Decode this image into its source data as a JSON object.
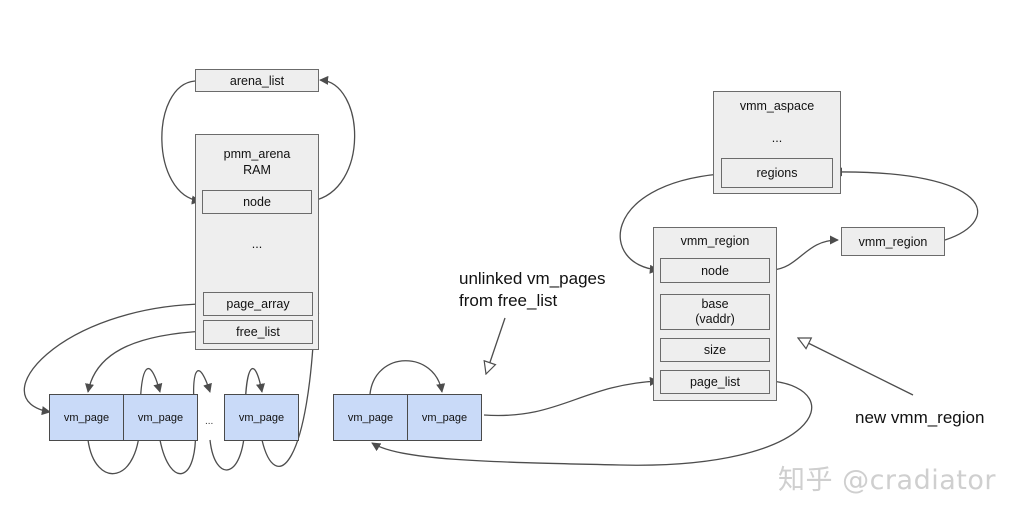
{
  "arena_list": "arena_list",
  "pmm_arena": {
    "title": "pmm_arena\nRAM",
    "node": "node",
    "ellipsis": "...",
    "page_array": "page_array",
    "free_list": "free_list"
  },
  "vm_page_label": "vm_page",
  "vm_page_gap": "...",
  "unlinked_note": "unlinked vm_pages\nfrom free_list",
  "vmm_aspace": {
    "title": "vmm_aspace",
    "ellipsis": "...",
    "regions": "regions"
  },
  "vmm_region": {
    "title": "vmm_region",
    "node": "node",
    "base": "base\n(vaddr)",
    "size": "size",
    "page_list": "page_list"
  },
  "vmm_region_neighbor": "vmm_region",
  "new_region_note": "new vmm_region",
  "watermark": "知乎 @cradiator",
  "colors": {
    "box_fill": "#eeeeee",
    "page_fill": "#c9daf8",
    "arrow": "#4d4d4d"
  }
}
